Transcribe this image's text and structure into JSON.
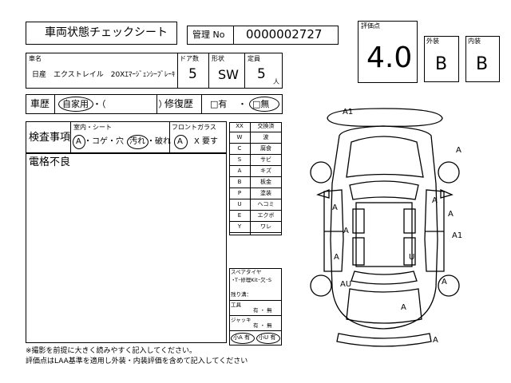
{
  "title": "車両状態チェックシート",
  "management": {
    "label": "管理 No",
    "value": "0000002727"
  },
  "score": {
    "label": "評価点",
    "value": "4.0"
  },
  "exterior": {
    "label": "外装",
    "value": "B"
  },
  "interior": {
    "label": "内装",
    "value": "B"
  },
  "vehicle": {
    "name_label": "車名",
    "name_value": "日産　エクストレイル　20Xｴﾏｰｼﾞｪﾝｼｰﾌﾞﾚｰｷ",
    "doors_label": "ドア数",
    "doors_value": "5",
    "shape_label": "形状",
    "shape_value": "SW",
    "capacity_label": "定員",
    "capacity_value": "5",
    "capacity_unit": "人"
  },
  "history": {
    "label": "車歴",
    "private": "自家用",
    "rest": "・（　　　　　　）",
    "repair_label": "修復歴",
    "repair_yes": "□有",
    "repair_sep": "・",
    "repair_no": "□無"
  },
  "inspection": {
    "label": "検査事項",
    "interior_header": "室内・シート",
    "interior_a": "A",
    "interior_items": "・コゲ・穴",
    "interior_dirt": "汚れ",
    "interior_tear": "・破れ",
    "glass_header": "フロントガラス",
    "glass_a": "A",
    "glass_text": "X 要す"
  },
  "remarks": "電格不良",
  "legend": {
    "header_code": "XX",
    "header_desc": "交換済",
    "rows": [
      {
        "code": "W",
        "desc": "波"
      },
      {
        "code": "C",
        "desc": "腐食"
      },
      {
        "code": "S",
        "desc": "サビ"
      },
      {
        "code": "A",
        "desc": "キズ"
      },
      {
        "code": "B",
        "desc": "板金"
      },
      {
        "code": "P",
        "desc": "塗装"
      },
      {
        "code": "U",
        "desc": "ヘコミ"
      },
      {
        "code": "E",
        "desc": "エクボ"
      },
      {
        "code": "Y",
        "desc": "ワレ"
      }
    ]
  },
  "spare": {
    "label": "スペアタイヤ",
    "options": "T･修理Kit･欠･S",
    "sep1": "・",
    "remaining": "残り溝：",
    "tools_label": "工具",
    "tools_opts": "有 ・ 無",
    "jack_label": "ジャッキ",
    "jack_opts": "有 ・ 無",
    "small_a": "小A 有",
    "small_u": "小U 有"
  },
  "damage_marks": [
    "A1",
    "A",
    "A",
    "A",
    "A",
    "A1",
    "A",
    "U",
    "A",
    "AU",
    "A",
    "A",
    "A"
  ],
  "footnote1": "※撮影を前提に大きく読みやすく記入してください。",
  "footnote2": "評価点はLAA基準を適用し外装・内装評価を含めて記入してください"
}
